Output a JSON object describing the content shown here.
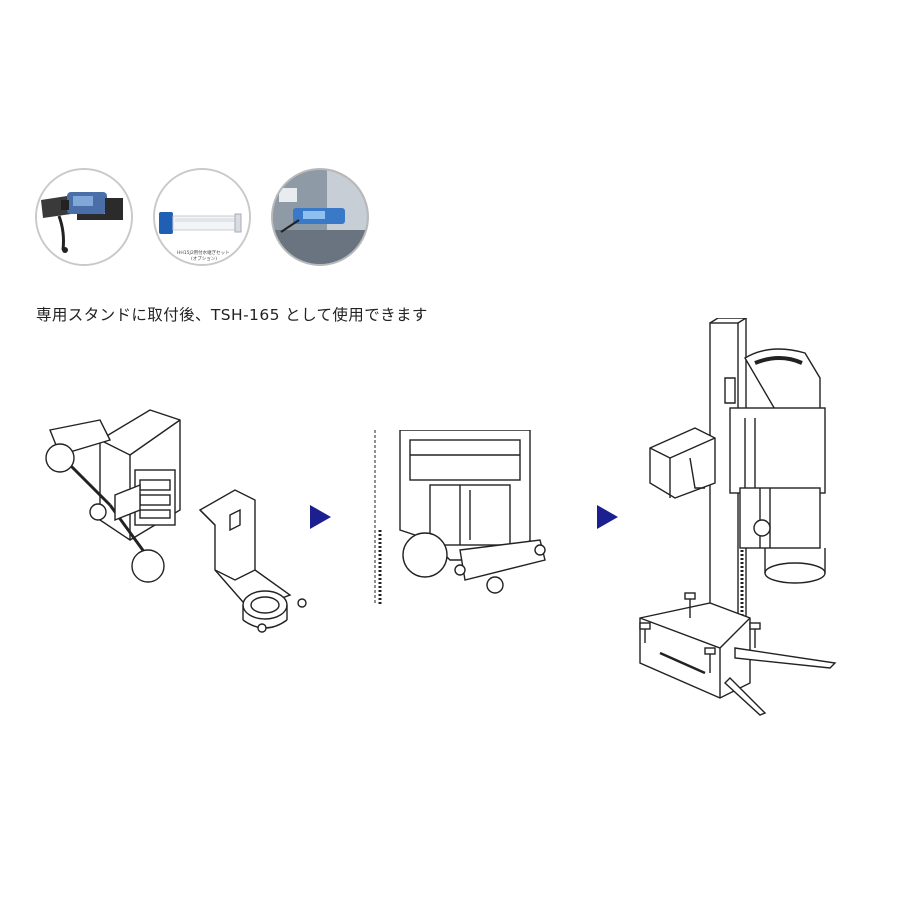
{
  "thumbnails": [
    {
      "name": "core-drill-photo",
      "caption_lines": []
    },
    {
      "name": "bit-set-photo",
      "caption_lines": [
        "HH15J2用付水継ぎセット",
        "(オプション)"
      ]
    },
    {
      "name": "drill-in-use-photo",
      "caption_lines": []
    }
  ],
  "caption": "専用スタンドに取付後、TSH-165 として使用できます",
  "arrow_color": "#1b1f8f",
  "accent_blue": "#1f5fb4"
}
